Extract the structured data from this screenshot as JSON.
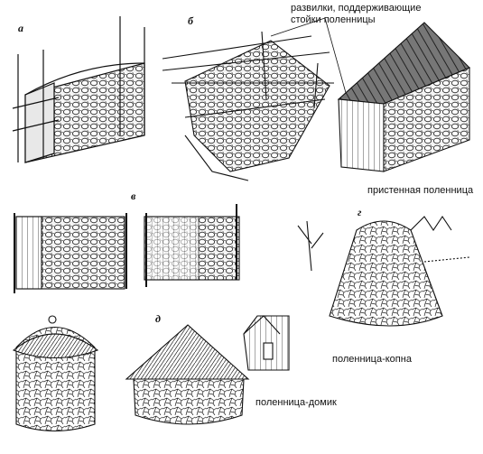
{
  "letters": {
    "a": "а",
    "b": "б",
    "v": "в",
    "g": "г",
    "d": "д"
  },
  "labels": {
    "forks_line1": "развилки, поддерживающие",
    "forks_line2": "стойки поленницы",
    "wall_stack": "пристенная поленница",
    "haystack": "поленница-копна",
    "house_stack": "поленница-домик"
  },
  "colors": {
    "ink": "#111111",
    "paper": "#ffffff"
  }
}
